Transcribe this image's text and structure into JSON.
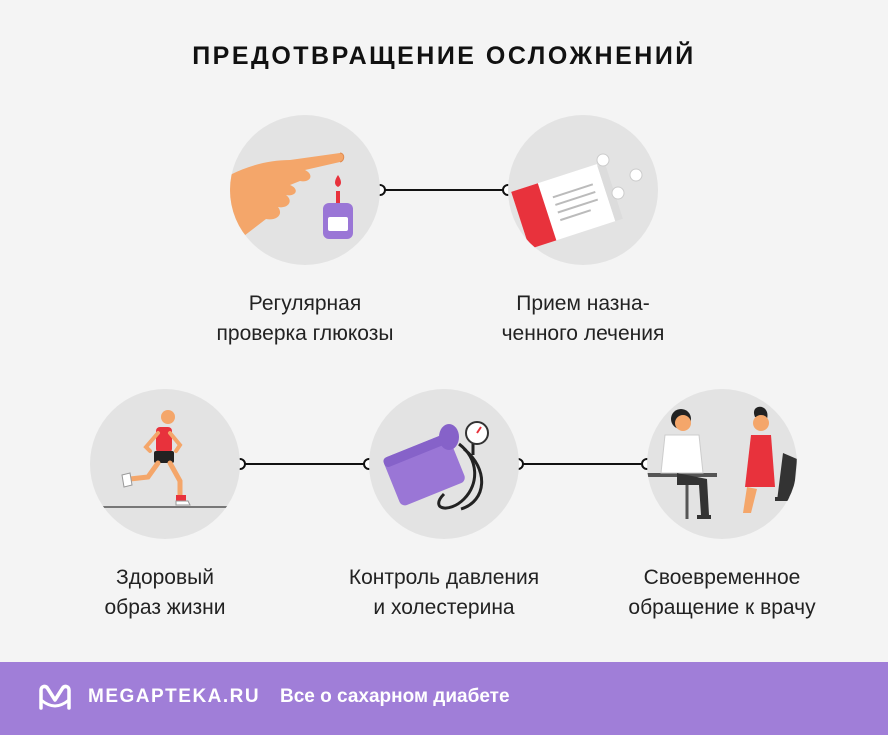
{
  "title": "ПРЕДОТВРАЩЕНИЕ ОСЛОЖНЕНИЙ",
  "items": [
    {
      "icon": "glucose-meter-icon",
      "line1": "Регулярная",
      "line2": "проверка глюкозы"
    },
    {
      "icon": "pill-box-icon",
      "line1": "Прием назна-",
      "line2": "ченного лечения"
    },
    {
      "icon": "runner-icon",
      "line1": "Здоровый",
      "line2": "образ жизни"
    },
    {
      "icon": "blood-pressure-monitor-icon",
      "line1": "Контроль давления",
      "line2": "и холестерина"
    },
    {
      "icon": "doctor-consultation-icon",
      "line1": "Своевременное",
      "line2": "обращение к врачу"
    }
  ],
  "footer": {
    "logo_icon": "megapteka-logo-icon",
    "brand": "MEGAPTEKA.RU",
    "tagline": "Все о сахарном диабете"
  },
  "colors": {
    "accent": "#a07ed8",
    "circle": "#e3e3e3",
    "background": "#f4f4f4",
    "red": "#e8323c",
    "purple": "#9a76d6"
  }
}
